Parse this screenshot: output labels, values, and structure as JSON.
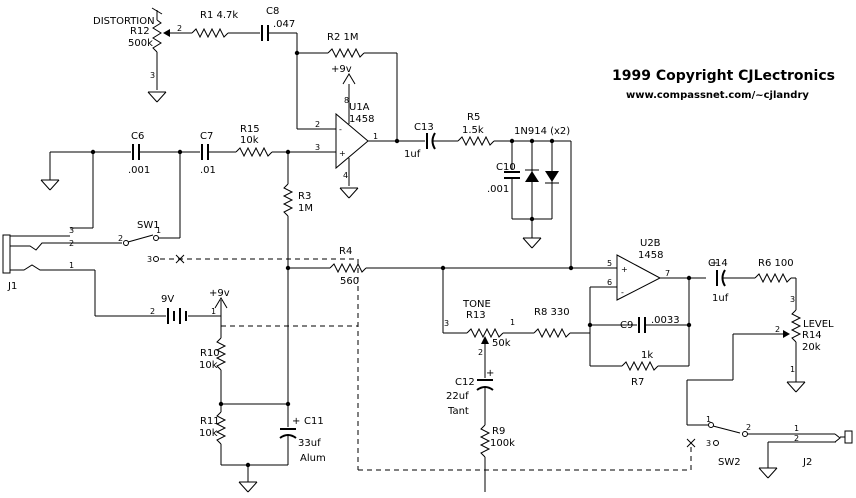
{
  "header": {
    "copyright": "1999 Copyright CJLectronics",
    "url": "www.compassnet.com/~cjlandry"
  },
  "components": {
    "distortion_label": "DISTORTION",
    "r12_ref": "R12",
    "r12_val": "500k",
    "r1": "R1 4.7k",
    "c8_ref": "C8",
    "c8_val": ".047",
    "r2": "R2 1M",
    "u1a_ref": "U1A",
    "u1a_val": "1458",
    "c6_ref": "C6",
    "c6_val": ".001",
    "c7_ref": "C7",
    "c7_val": ".01",
    "r15_ref": "R15",
    "r15_val": "10k",
    "r3_ref": "R3",
    "r3_val": "1M",
    "c13_ref": "C13",
    "c13_val": "1uf",
    "r5_ref": "R5",
    "r5_val": "1.5k",
    "diodes": "1N914 (x2)",
    "c10_ref": "C10",
    "c10_val": ".001",
    "sw1": "SW1",
    "j1": "J1",
    "r4_ref": "R4",
    "r4_val": "560",
    "u2b_ref": "U2B",
    "u2b_val": "1458",
    "c14_ref": "C14",
    "c14_val": "1uf",
    "r6": "R6 100",
    "level": "LEVEL",
    "r14_ref": "R14",
    "r14_val": "20k",
    "battery": "9V",
    "supply": "+9v",
    "tone": "TONE",
    "r13_ref": "R13",
    "r13_val": "50k",
    "r8": "R8 330",
    "c9_ref": "C9",
    "c9_val": ".0033",
    "r7_ref": "R7",
    "r7_val": "1k",
    "r10_ref": "R10",
    "r10_val": "10k",
    "r11_ref": "R11",
    "r11_val": "10k",
    "c11_ref": "C11",
    "c11_val": "33uf",
    "c11_type": "Alum",
    "c12_ref": "C12",
    "c12_val": "22uf",
    "c12_type": "Tant",
    "r9_ref": "R9",
    "r9_val": "100k",
    "sw2": "SW2",
    "j2": "J2"
  },
  "pins": {
    "p1": "1",
    "p2": "2",
    "p3": "3",
    "p4": "4",
    "p5": "5",
    "p6": "6",
    "p7": "7",
    "p8": "8",
    "plus": "+",
    "minus": "-"
  }
}
